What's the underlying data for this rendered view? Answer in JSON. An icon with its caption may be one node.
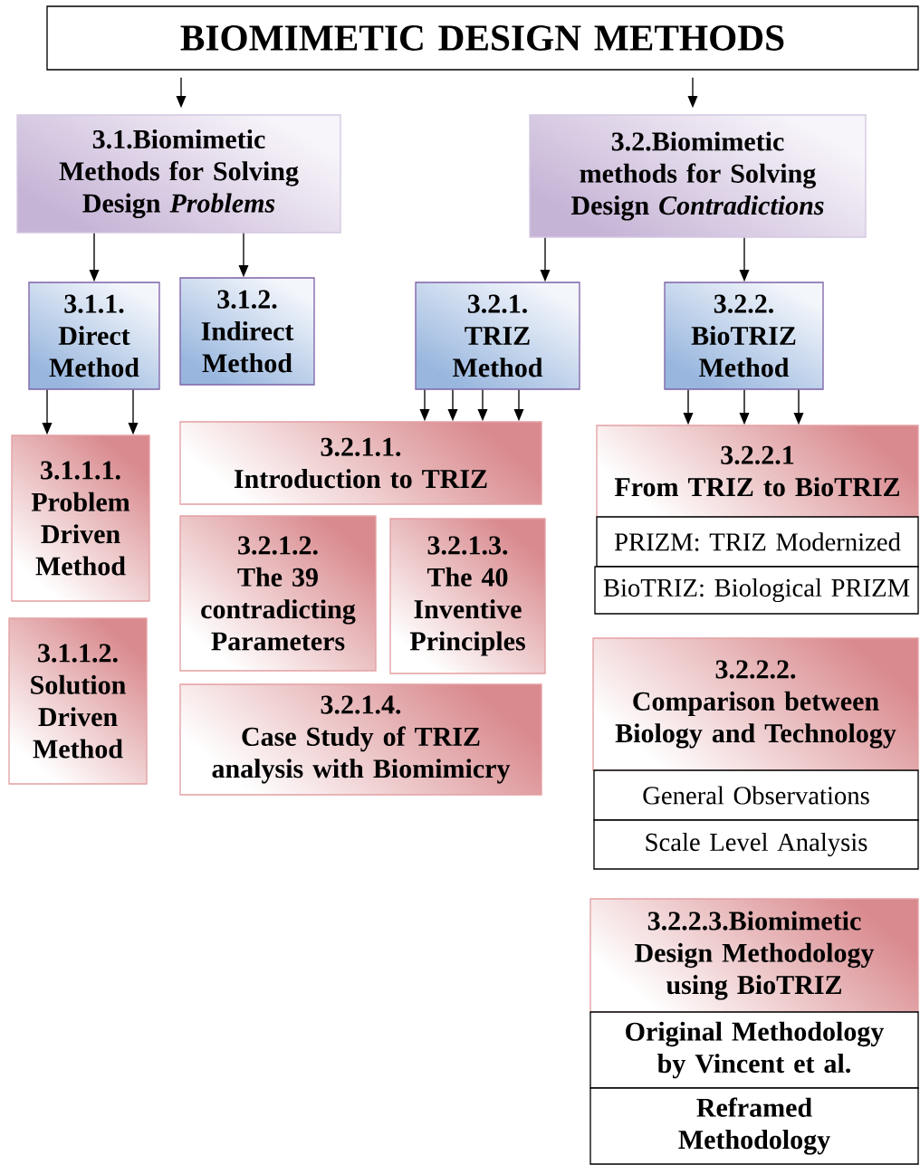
{
  "diagram": {
    "nodes": [
      {
        "text": [
          "BIOMIMETIC DESIGN METHODS"
        ]
      },
      {
        "text": [
          "3.1.Biomimetic Methods for Solving Design *Problems*"
        ]
      },
      {
        "text": [
          "3.2.Biomimetic methods for Solving Design *Contradictions*"
        ]
      },
      {
        "text": [
          "3.1.1.",
          "Direct Method"
        ]
      },
      {
        "text": [
          "3.1.2.",
          "Indirect Method"
        ]
      },
      {
        "text": [
          "3.2.1.",
          "TRIZ Method"
        ]
      },
      {
        "text": [
          "3.2.2.",
          "BioTRIZ Method"
        ]
      },
      {
        "text": [
          "3.1.1.1.",
          "Problem Driven Method"
        ]
      },
      {
        "text": [
          "3.1.1.2.",
          "Solution Driven Method"
        ]
      },
      {
        "text": [
          "3.2.1.1.",
          "Introduction to TRIZ"
        ]
      },
      {
        "text": [
          "3.2.1.2.",
          "The 39 contradicting Parameters"
        ]
      },
      {
        "text": [
          "3.2.1.3.",
          "The 40 Inventive Principles"
        ]
      },
      {
        "text": [
          "3.2.1.4.",
          "Case Study of TRIZ analysis with Biomimicry"
        ]
      },
      {
        "text": [
          "3.2.2.1",
          "From TRIZ to BioTRIZ"
        ]
      },
      {
        "text": [
          "PRIZM: TRIZ Modernized"
        ]
      },
      {
        "text": [
          "BioTRIZ: Biological PRIZM"
        ]
      },
      {
        "text": [
          "3.2.2.2.",
          "Comparison between Biology and Technology"
        ]
      },
      {
        "text": [
          "General Observations"
        ]
      },
      {
        "text": [
          "Scale Level Analysis"
        ]
      },
      {
        "text": [
          "3.2.2.3.Biomimetic Design Methodology using BioTRIZ"
        ]
      },
      {
        "text": [
          "Original Methodology by Vincent et al."
        ]
      },
      {
        "text": [
          "Reframed Methodology"
        ]
      }
    ],
    "edges": [
      {
        "from": 0,
        "to": 1,
        "arrow": "to"
      },
      {
        "from": 0,
        "to": 2,
        "arrow": "to"
      },
      {
        "from": 1,
        "to": 3,
        "arrow": "to"
      },
      {
        "from": 1,
        "to": 4,
        "arrow": "to"
      },
      {
        "from": 2,
        "to": 5,
        "arrow": "to"
      },
      {
        "from": 2,
        "to": 6,
        "arrow": "to"
      },
      {
        "from": 3,
        "to": 7,
        "arrow": "to"
      },
      {
        "from": 3,
        "to": 7,
        "arrow": "to"
      },
      {
        "from": 5,
        "to": 9,
        "arrow": "to"
      },
      {
        "from": 5,
        "to": 9,
        "arrow": "to"
      },
      {
        "from": 5,
        "to": 9,
        "arrow": "to"
      },
      {
        "from": 5,
        "to": 9,
        "arrow": "to"
      },
      {
        "from": 6,
        "to": 13,
        "arrow": "to"
      },
      {
        "from": 6,
        "to": 13,
        "arrow": "to"
      },
      {
        "from": 6,
        "to": 13,
        "arrow": "to"
      }
    ]
  }
}
